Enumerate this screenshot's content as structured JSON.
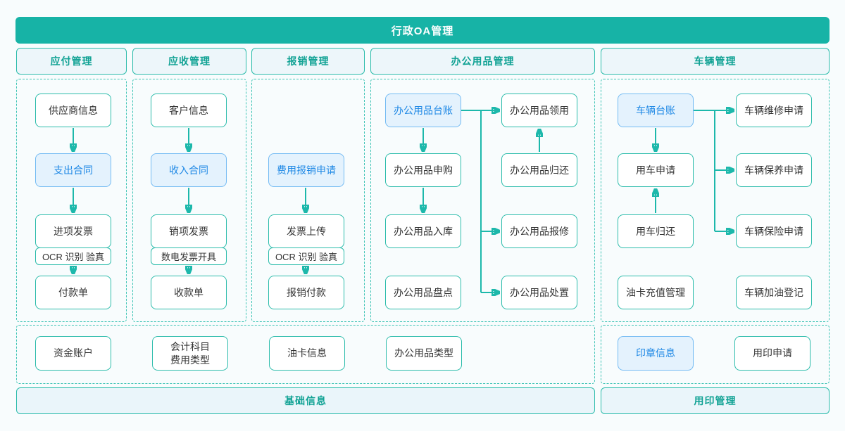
{
  "banner": {
    "title": "行政OA管理"
  },
  "columns": {
    "payable": {
      "header": "应付管理",
      "supplier_info": "供应商信息",
      "expense_contract": "支出合同",
      "input_invoice": "进项发票",
      "input_invoice_tag": "OCR 识别 验真",
      "payment_order": "付款单"
    },
    "receivable": {
      "header": "应收管理",
      "customer_info": "客户信息",
      "income_contract": "收入合同",
      "output_invoice": "销项发票",
      "output_invoice_tag": "数电发票开具",
      "receipt_order": "收款单"
    },
    "reimbursement": {
      "header": "报销管理",
      "expense_claim": "费用报销申请",
      "invoice_upload": "发票上传",
      "invoice_upload_tag": "OCR 识别 验真",
      "reimburse_payment": "报销付款"
    },
    "office_supplies": {
      "header": "办公用品管理",
      "ledger": "办公用品台账",
      "purchase_request": "办公用品申购",
      "warehouse_in": "办公用品入库",
      "stocktake": "办公用品盘点",
      "requisition": "办公用品领用",
      "return": "办公用品归还",
      "repair": "办公用品报修",
      "disposal": "办公用品处置"
    },
    "vehicle": {
      "header": "车辆管理",
      "ledger": "车辆台账",
      "use_request": "用车申请",
      "use_return": "用车归还",
      "fuel_card_recharge": "油卡充值管理",
      "maintenance_request": "车辆维修申请",
      "upkeep_request": "车辆保养申请",
      "insurance_request": "车辆保险申请",
      "refuel_register": "车辆加油登记"
    }
  },
  "basic_info": {
    "bar": "基础信息",
    "fund_account": "资金账户",
    "accounting_subject": "会计科目\n费用类型",
    "fuel_card_info": "油卡信息",
    "office_supply_type": "办公用品类型"
  },
  "seal": {
    "bar": "用印管理",
    "seal_info": "印章信息",
    "seal_use_request": "用印申请"
  },
  "colors": {
    "banner_bg": "#17b3a6",
    "teal_border": "#2cbcab",
    "dashed_border": "#3ec4b5",
    "teal_text": "#11a294",
    "arrow": "#1db8ab",
    "blue_box_border": "#74bbf3",
    "blue_box_bg": "#e4f2fd",
    "blue_box_text": "#1e88e5",
    "header_bg": "#edf6fa",
    "bar_bg": "#eaf5fa",
    "node_text": "#333333"
  }
}
